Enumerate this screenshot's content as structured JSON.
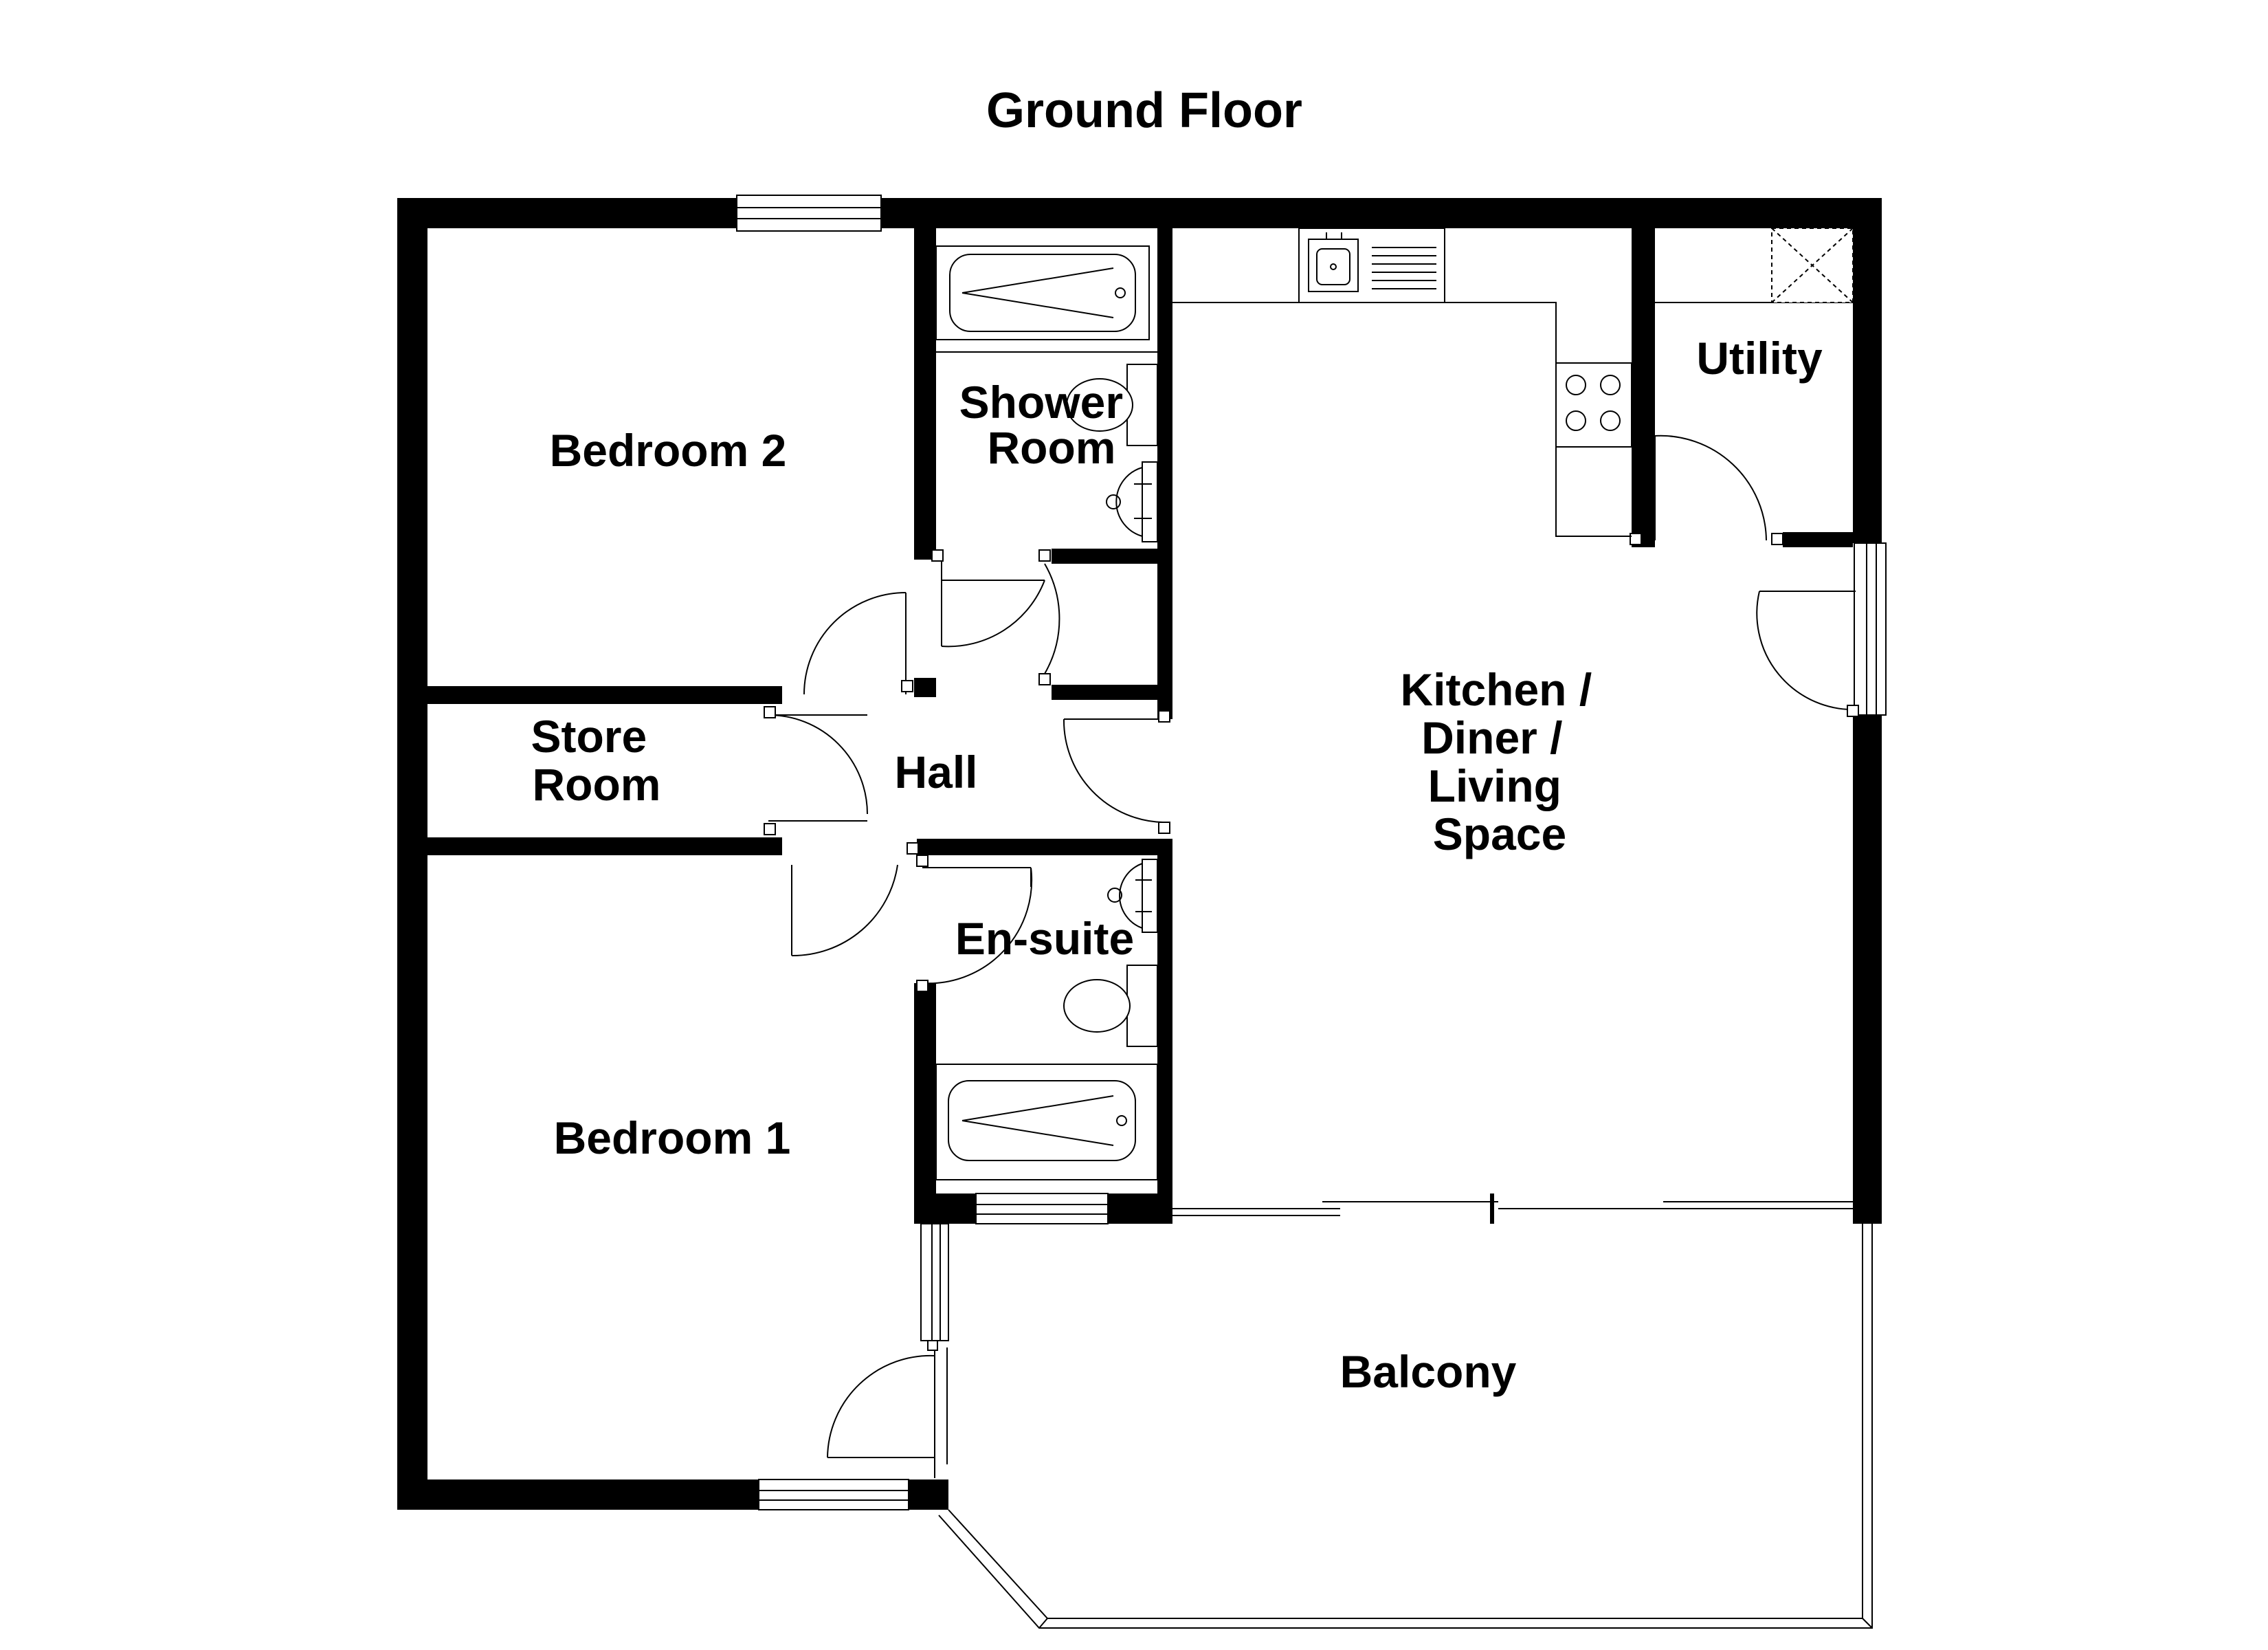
{
  "title": "Ground Floor",
  "rooms": {
    "bedroom2": [
      "Bedroom 2"
    ],
    "shower_room": [
      "Shower",
      "Room"
    ],
    "utility": [
      "Utility"
    ],
    "kitchen": [
      "Kitchen /",
      "Diner /",
      "Living",
      "Space"
    ],
    "store_room": [
      "Store",
      "Room"
    ],
    "hall": [
      "Hall"
    ],
    "ensuite": [
      "En-suite"
    ],
    "bedroom1": [
      "Bedroom 1"
    ],
    "balcony": [
      "Balcony"
    ]
  }
}
